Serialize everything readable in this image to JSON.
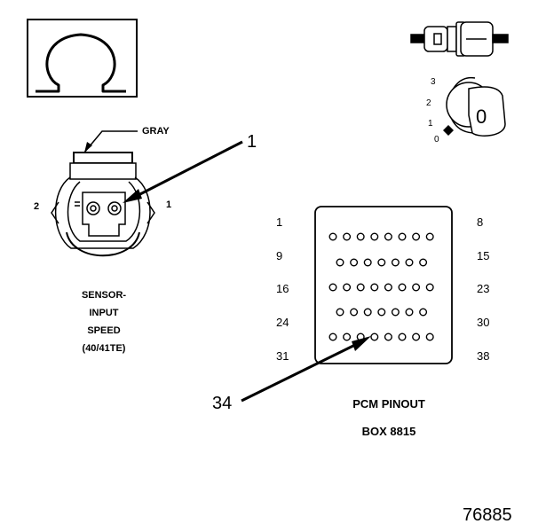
{
  "ohm_symbol": "Ω",
  "sensor": {
    "wire_color": "GRAY",
    "pin_left": "2",
    "pin_right": "1",
    "caption_lines": [
      "SENSOR-",
      "INPUT",
      "SPEED",
      "(40/41TE)"
    ]
  },
  "callouts": {
    "top": "1",
    "bottom": "34"
  },
  "ignition": {
    "positions": [
      "3",
      "2",
      "1",
      "0"
    ],
    "key_label": "0"
  },
  "pcm": {
    "row_labels_left": [
      "1",
      "9",
      "16",
      "24",
      "31"
    ],
    "row_labels_right": [
      "8",
      "15",
      "23",
      "30",
      "38"
    ],
    "row_pin_counts": [
      8,
      7,
      8,
      7,
      8
    ],
    "caption_lines": [
      "PCM PINOUT",
      "BOX 8815"
    ]
  },
  "figure_number": "76885"
}
